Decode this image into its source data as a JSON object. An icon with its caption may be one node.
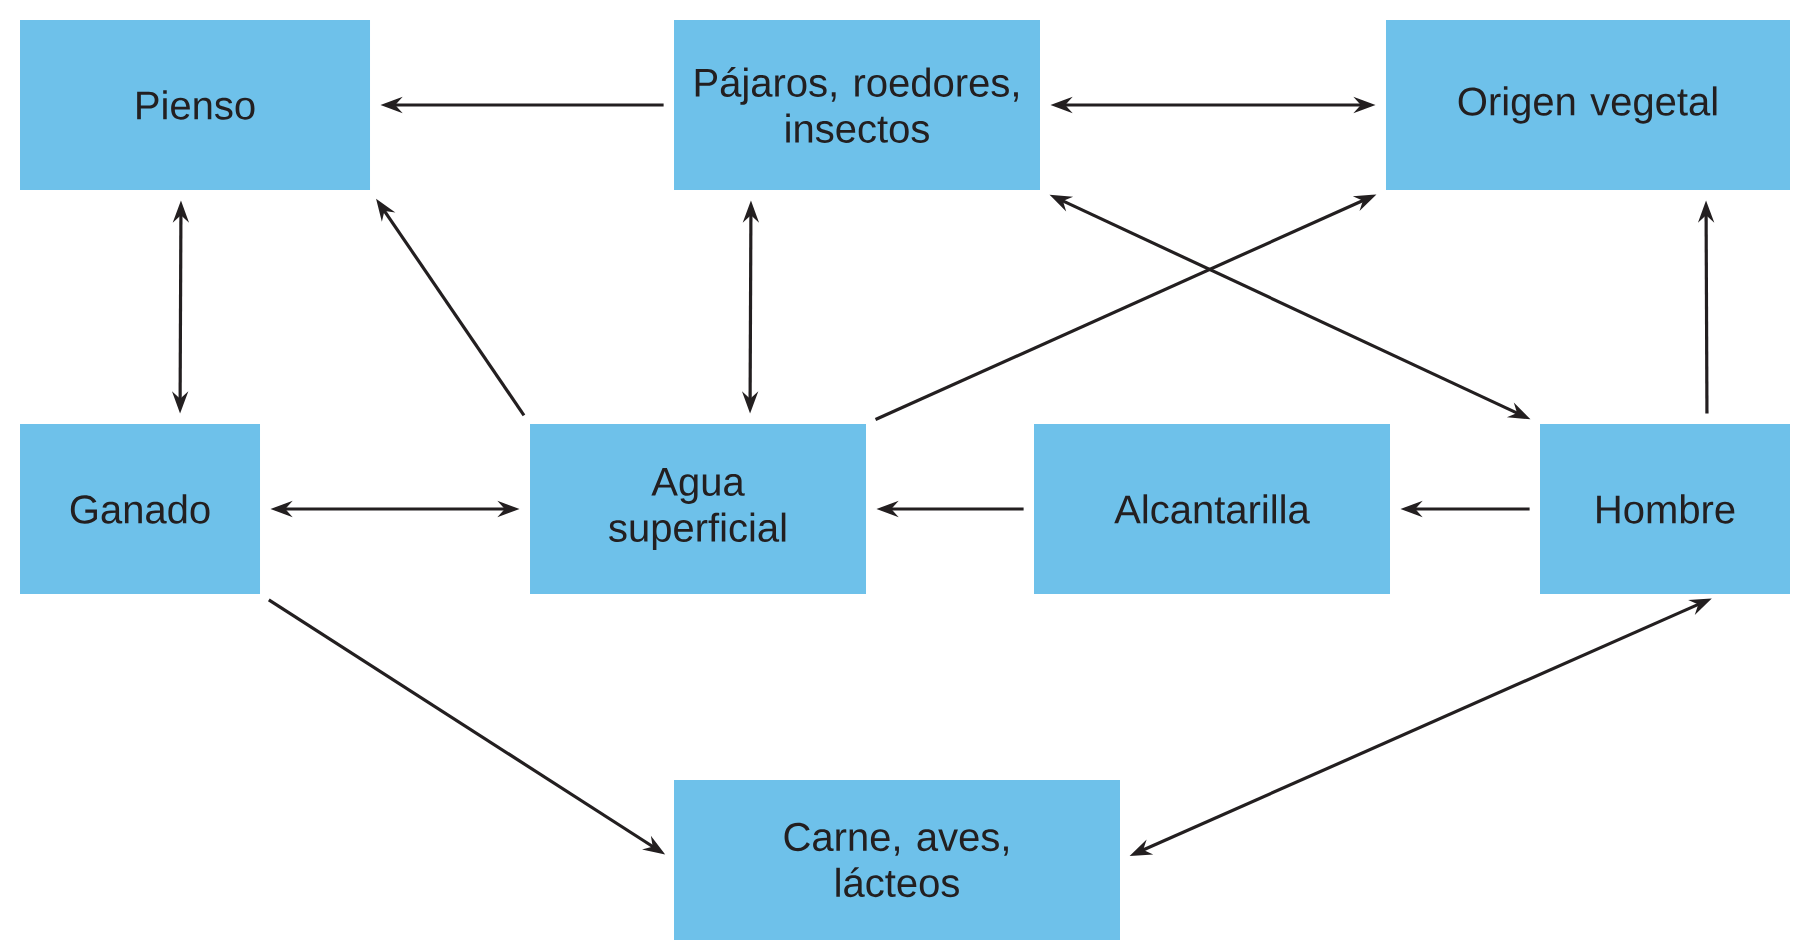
{
  "diagram": {
    "nodes": [
      {
        "text": [
          "Pienso"
        ]
      },
      {
        "text": [
          "Pájaros, roedores, insectos"
        ]
      },
      {
        "text": [
          "Origen vegetal"
        ]
      },
      {
        "text": [
          "Ganado"
        ]
      },
      {
        "text": [
          "Agua superficial"
        ]
      },
      {
        "text": [
          "Alcantarilla"
        ]
      },
      {
        "text": [
          "Hombre"
        ]
      },
      {
        "text": [
          "Carne, aves, lácteos"
        ]
      }
    ],
    "edges": [
      {
        "from": 1,
        "to": 0,
        "arrow": "to"
      },
      {
        "from": 1,
        "to": 2,
        "arrow": "both"
      },
      {
        "from": 0,
        "to": 3,
        "arrow": "both"
      },
      {
        "from": 4,
        "to": 0,
        "arrow": "to"
      },
      {
        "from": 1,
        "to": 4,
        "arrow": "both"
      },
      {
        "from": 4,
        "to": 2,
        "arrow": "to"
      },
      {
        "from": 1,
        "to": 6,
        "arrow": "both"
      },
      {
        "from": 3,
        "to": 4,
        "arrow": "both"
      },
      {
        "from": 5,
        "to": 4,
        "arrow": "to"
      },
      {
        "from": 6,
        "to": 5,
        "arrow": "to"
      },
      {
        "from": 6,
        "to": 2,
        "arrow": "to"
      },
      {
        "from": 3,
        "to": 7,
        "arrow": "to"
      },
      {
        "from": 7,
        "to": 6,
        "arrow": "both"
      }
    ]
  }
}
